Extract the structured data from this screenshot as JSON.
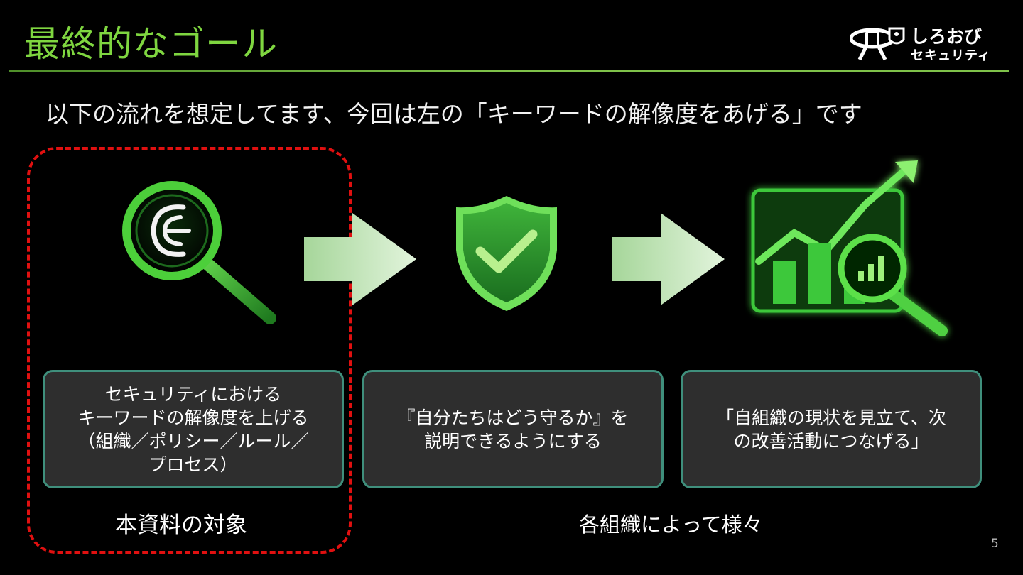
{
  "slide": {
    "title": "最終的なゴール",
    "subtitle": "以下の流れを想定してます、今回は左の「キーワードの解像度をあげる」です",
    "page_number": "5"
  },
  "logo": {
    "name": "しろおび",
    "sub": "セキュリティ"
  },
  "steps": [
    {
      "icon": "magnifier-icon",
      "text": "セキュリティにおける\nキーワードの解像度を上げる\n（組織／ポリシー／ルール／\nプロセス）"
    },
    {
      "icon": "shield-check-icon",
      "text": "『自分たちはどう守るか』を\n説明できるようにする"
    },
    {
      "icon": "growth-chart-icon",
      "text": "「自組織の現状を見立て、次\nの改善活動につなげる」"
    }
  ],
  "captions": {
    "scope": "本資料の対象",
    "others": "各組織によって様々"
  },
  "colors": {
    "accent_green": "#7fd640",
    "frame_red": "#e01010",
    "box_border": "#3f8f7c",
    "box_bg": "#2e2e2e"
  }
}
